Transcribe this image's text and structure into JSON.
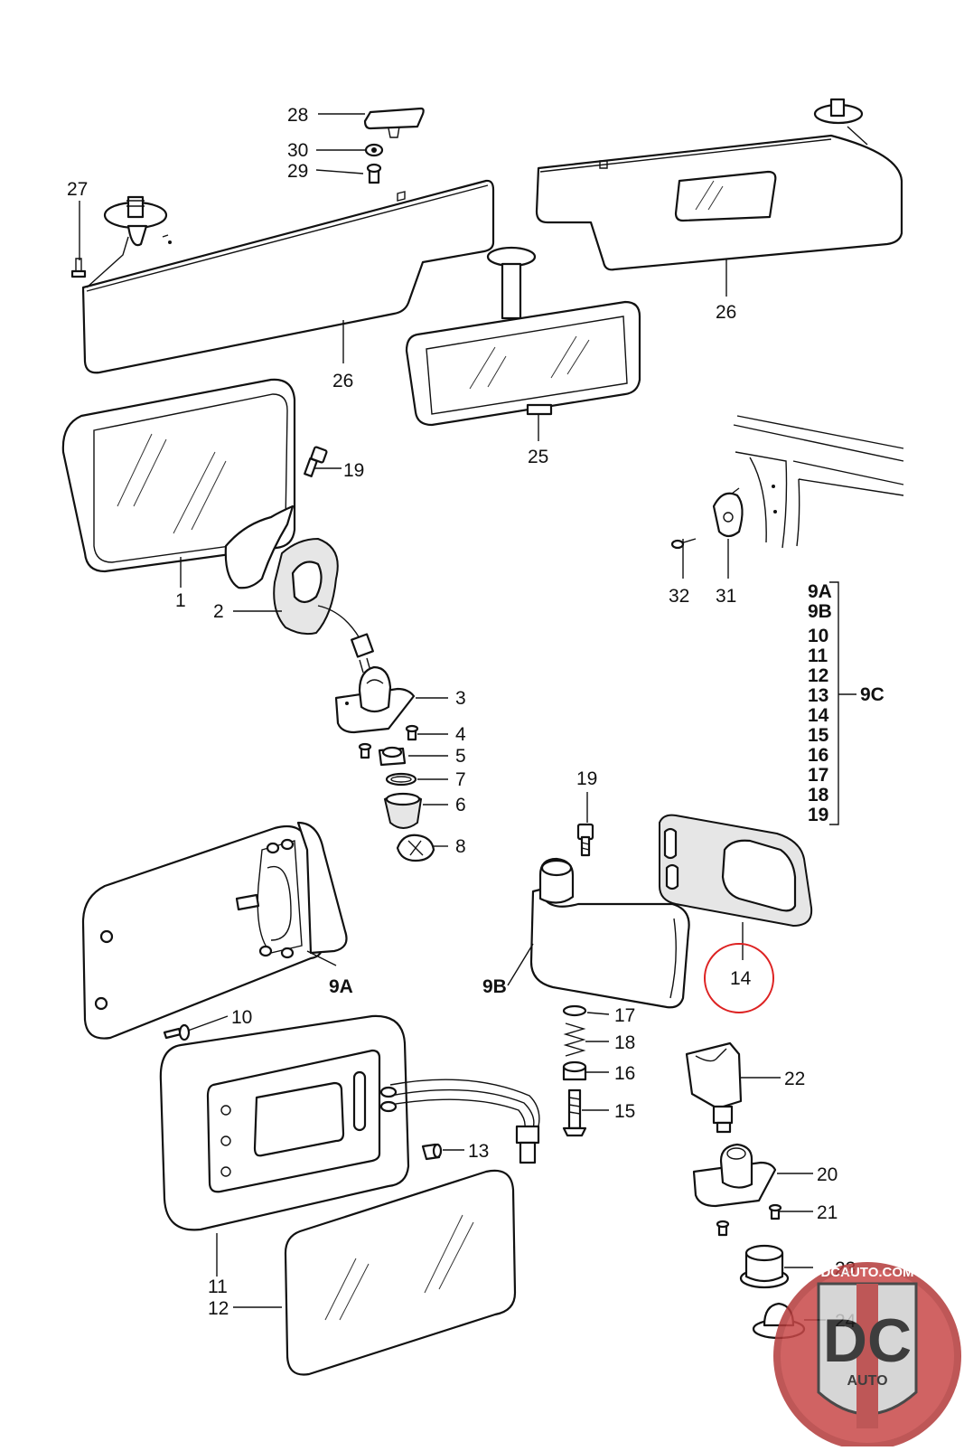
{
  "labels": {
    "l1": "1",
    "l2": "2",
    "l3": "3",
    "l4": "4",
    "l5": "5",
    "l6": "6",
    "l7": "7",
    "l8": "8",
    "l9a": "9A",
    "l9b": "9B",
    "l9c": "9C",
    "l10": "10",
    "l11": "11",
    "l12": "12",
    "l13": "13",
    "l14": "14",
    "l15": "15",
    "l16": "16",
    "l17": "17",
    "l18": "18",
    "l19a": "19",
    "l19b": "19",
    "l20": "20",
    "l21": "21",
    "l22": "22",
    "l23": "23",
    "l24": "24",
    "l25": "25",
    "l26a": "26",
    "l26b": "26",
    "l27": "27",
    "l28": "28",
    "l29": "29",
    "l30": "30",
    "l31": "31",
    "l32": "32"
  },
  "group_9c": [
    "9A",
    "9B",
    "10",
    "11",
    "12",
    "13",
    "14",
    "15",
    "16",
    "17",
    "18",
    "19"
  ],
  "highlighted_part": "14",
  "highlight_color": "#d22222",
  "watermark": {
    "site": "DCAUTO.COM",
    "logo": "DC",
    "sub": "AUTO",
    "colors": [
      "#b33a3a",
      "#c9c9c9",
      "#2a2a2a"
    ]
  }
}
